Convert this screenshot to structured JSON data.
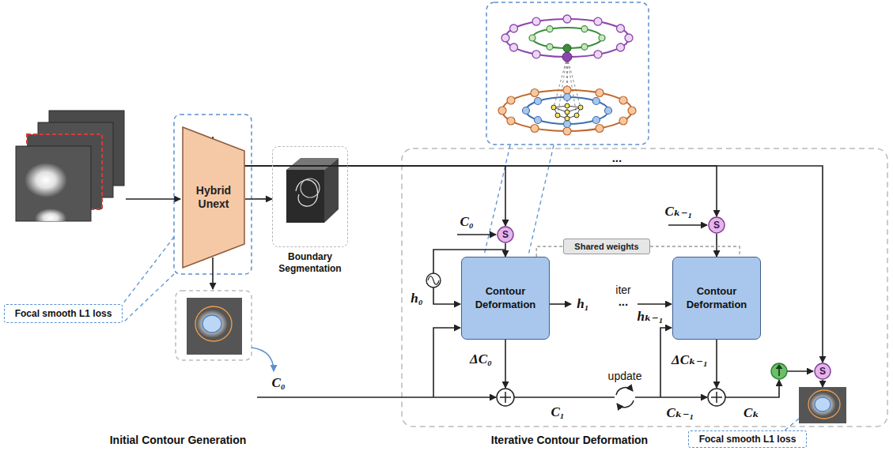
{
  "diagram": {
    "nodes": [
      {
        "text": [
          "Hybrid Unext"
        ]
      },
      {
        "text": [
          "Boundary Segmentation"
        ]
      },
      {
        "text": [
          "Focal smooth L1 loss"
        ]
      },
      {
        "text": [
          "S"
        ]
      },
      {
        "text": [
          "Contour Deformation"
        ]
      },
      {
        "text": [
          "Shared weights"
        ]
      },
      {
        "text": [
          "S"
        ]
      },
      {
        "text": [
          "Contour Deformation"
        ]
      },
      {
        "text": [
          "S"
        ]
      },
      {
        "text": [
          "Focal smooth L1 loss"
        ]
      }
    ],
    "edges": [
      {
        "from": 0,
        "to": 1,
        "arrow": "to"
      },
      {
        "from": 0,
        "to": 3,
        "arrow": "to"
      },
      {
        "from": 0,
        "to": 6,
        "arrow": "to"
      },
      {
        "from": 0,
        "to": 8,
        "arrow": "to"
      },
      {
        "from": 3,
        "to": 4,
        "arrow": "to"
      },
      {
        "from": 6,
        "to": 7,
        "arrow": "to"
      },
      {
        "from": 4,
        "to": 5,
        "arrow": "none"
      },
      {
        "from": 5,
        "to": 7,
        "arrow": "none"
      }
    ],
    "labels": [
      "C₀",
      "h₀",
      "h₁",
      "iter",
      "...",
      "hₖ₋₁",
      "ΔC₀",
      "update",
      "C₁",
      "Cₖ₋₁",
      "Cₖ₋₁",
      "ΔCₖ₋₁",
      "Cₖ",
      "...",
      "C₀",
      "Initial Contour Generation",
      "Iterative Contour Deformation"
    ]
  }
}
